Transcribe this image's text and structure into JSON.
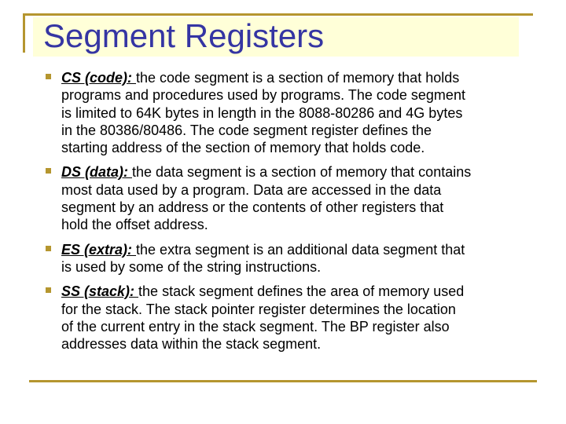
{
  "slide": {
    "title": "Segment Registers",
    "colors": {
      "accent_gold": "#B5962F",
      "title_bg": "#FFFFD8",
      "title_text": "#3535A3",
      "body_text": "#000000"
    },
    "bullets": [
      {
        "lead": "CS (code): ",
        "lines": [
          "the code segment is a section of memory that holds",
          "programs and procedures used by programs. The code segment",
          "is limited to 64K bytes in length in the 8088-80286 and 4G bytes",
          "in the 80386/80486. The code segment register defines the",
          "starting address of the section of memory that holds code."
        ]
      },
      {
        "lead": "DS (data): ",
        "lines": [
          "the data segment is a section of memory that contains",
          "most data used by a program. Data are accessed in the data",
          "segment by an address or the contents of other registers that",
          "hold the offset address."
        ]
      },
      {
        "lead": "ES (extra): ",
        "lines": [
          "the extra segment is an additional data segment that",
          "is used by some of the string instructions."
        ]
      },
      {
        "lead": "SS (stack): ",
        "lines": [
          "the stack segment defines the area of memory used",
          "for the stack. The stack pointer register determines the location",
          "of the current entry in the stack segment. The BP register also",
          "addresses data within the stack segment."
        ]
      }
    ]
  }
}
